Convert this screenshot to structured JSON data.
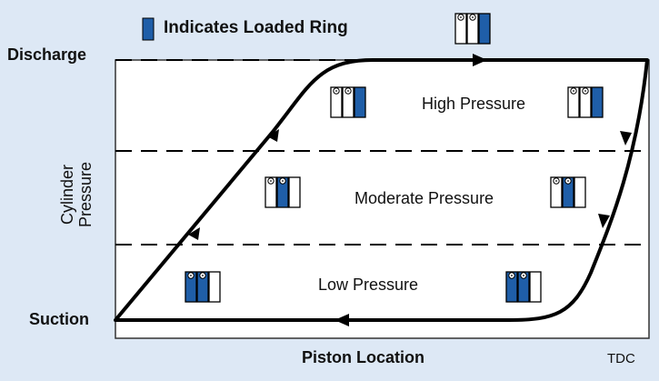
{
  "legend": {
    "text": "Indicates Loaded Ring",
    "loaded_color": "#1f5ea8"
  },
  "axes": {
    "top_label": "Discharge",
    "bottom_label": "Suction",
    "x_label": "Piston Location",
    "x_end_label": "TDC",
    "y_label_line1": "Cylinder",
    "y_label_line2": "Pressure"
  },
  "zones": {
    "high": "High Pressure",
    "moderate": "Moderate Pressure",
    "low": "Low Pressure"
  },
  "ring_stacks": [
    {
      "name": "ring-stack-legend",
      "loaded": [
        false,
        false,
        true
      ]
    },
    {
      "name": "ring-stack-high-compression",
      "loaded": [
        false,
        false,
        true
      ]
    },
    {
      "name": "ring-stack-high-expansion",
      "loaded": [
        false,
        false,
        true
      ]
    },
    {
      "name": "ring-stack-moderate-compression",
      "loaded": [
        false,
        true,
        false
      ]
    },
    {
      "name": "ring-stack-moderate-expansion",
      "loaded": [
        false,
        true,
        false
      ]
    },
    {
      "name": "ring-stack-low-compression",
      "loaded": [
        true,
        true,
        false
      ]
    },
    {
      "name": "ring-stack-low-expansion",
      "loaded": [
        true,
        true,
        false
      ]
    }
  ],
  "colors": {
    "background": "#dde8f5",
    "plot_fill": "#ffffff",
    "line": "#000000"
  }
}
